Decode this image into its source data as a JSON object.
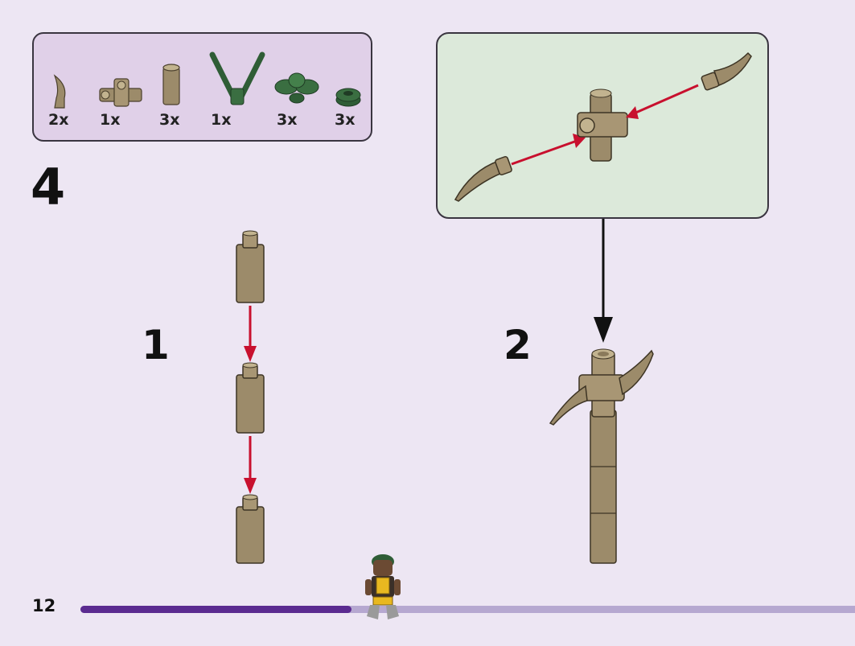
{
  "parts": [
    {
      "icon": "tan-claw-piece",
      "count": "2x"
    },
    {
      "icon": "tan-cross-connector-piece",
      "count": "1x"
    },
    {
      "icon": "tan-round-brick-piece",
      "count": "3x"
    },
    {
      "icon": "green-branch-piece",
      "count": "1x"
    },
    {
      "icon": "green-leaf-plant-piece",
      "count": "3x"
    },
    {
      "icon": "green-round-plate-piece",
      "count": "3x"
    }
  ],
  "step": {
    "number": "4"
  },
  "substeps": [
    {
      "label": "1"
    },
    {
      "label": "2"
    }
  ],
  "footer": {
    "page_number": "12",
    "progress_fraction": 0.35
  },
  "colors": {
    "tan": "#9c8b6a",
    "dark_green": "#2f5d36",
    "arrow_red": "#c8102e",
    "progress_fill": "#5b2b90",
    "progress_track": "#b6a8d0",
    "callout_bg": "#dce9da",
    "parts_bg": "#e0d0e8"
  }
}
